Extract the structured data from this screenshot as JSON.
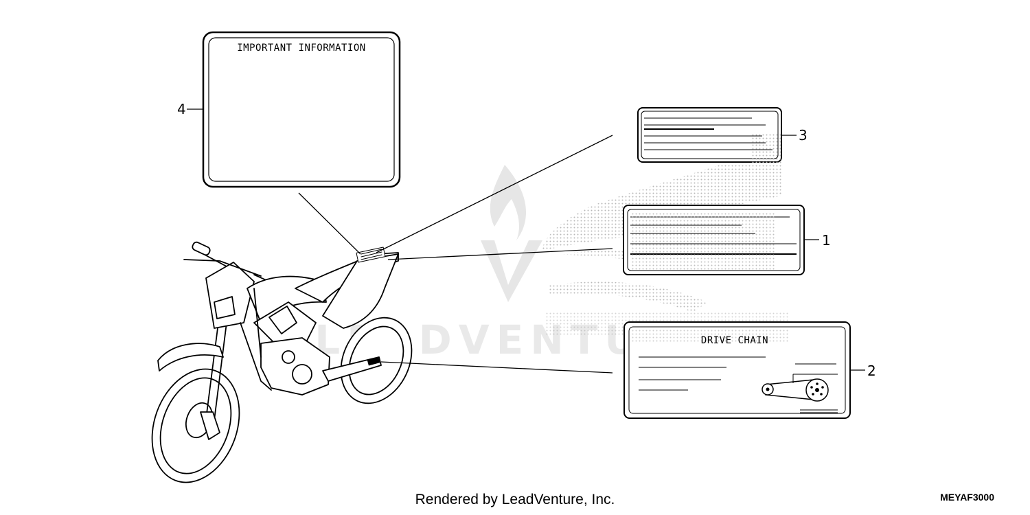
{
  "labels": {
    "important_info_title": "IMPORTANT INFORMATION",
    "drive_chain_title": "DRIVE CHAIN"
  },
  "callouts": {
    "c1": "1",
    "c2": "2",
    "c3": "3",
    "c4": "4"
  },
  "footer": {
    "rendered_by": "Rendered by LeadVenture, Inc.",
    "part_number": "MEYAF3000"
  },
  "watermark": {
    "text": "LEADVENTURE"
  },
  "icons": [
    "motorcycle-icon",
    "drive-chain-icon",
    "wing-logo-watermark"
  ]
}
